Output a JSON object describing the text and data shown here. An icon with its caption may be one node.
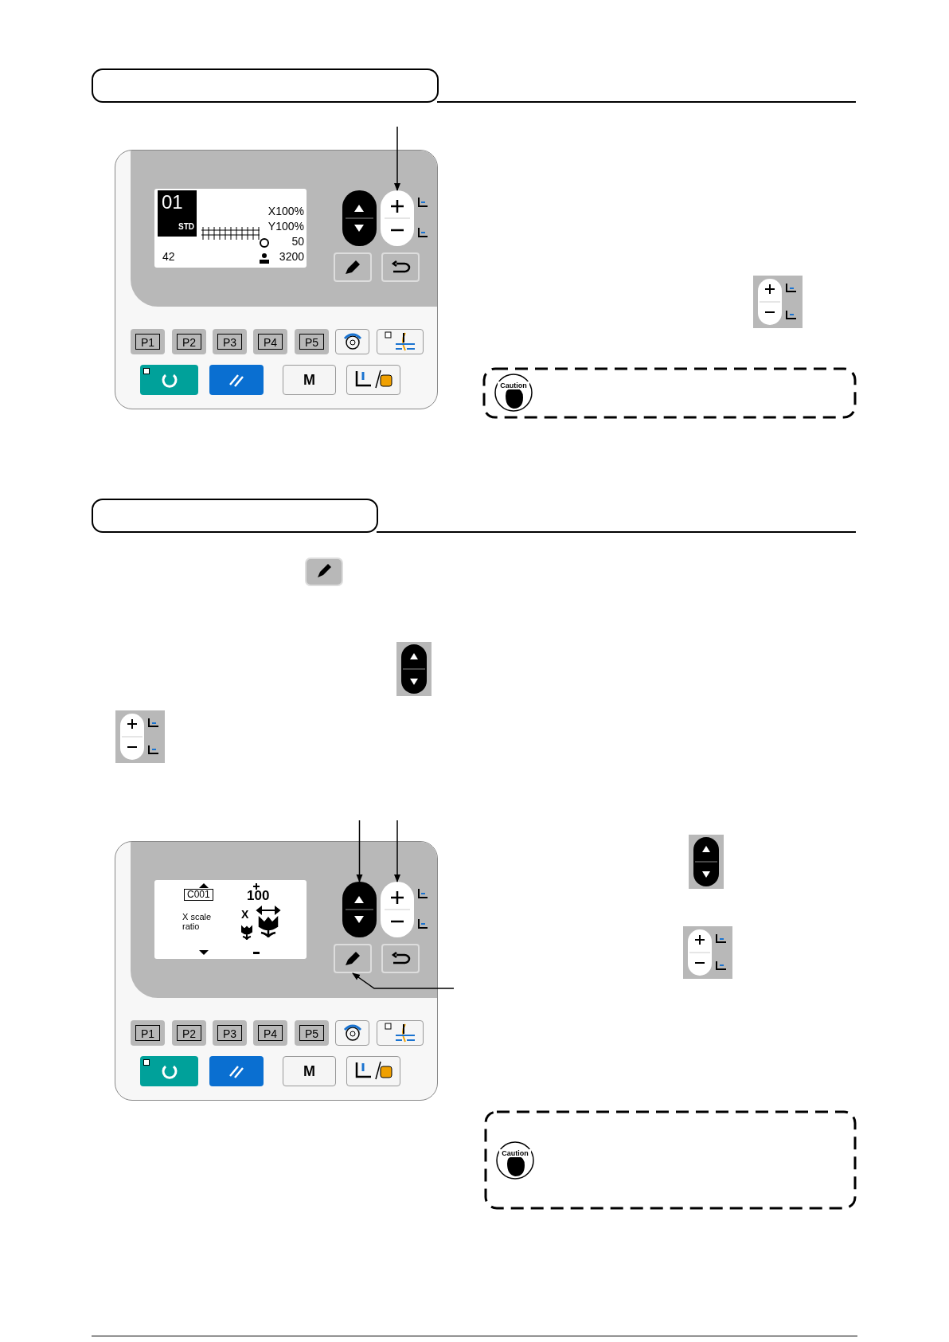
{
  "diagram": {
    "nodes": [
      {
        "text": [],
        "shape": "box"
      },
      {
        "text": [
          "01",
          "STD",
          "X100%",
          "Y100%",
          "50",
          "3200",
          "42"
        ],
        "in": 0
      },
      {
        "text": [],
        "shape": "box",
        "in": 0
      },
      {
        "text": [],
        "shape": "box",
        "in": 0
      },
      {
        "text": [],
        "shape": "box",
        "in": 0
      },
      {
        "text": [],
        "shape": "box",
        "in": 0
      },
      {
        "text": [
          "P1"
        ],
        "in": 0
      },
      {
        "text": [
          "P2"
        ],
        "in": 0
      },
      {
        "text": [
          "P3"
        ],
        "in": 0
      },
      {
        "text": [
          "P4"
        ],
        "in": 0
      },
      {
        "text": [
          "P5"
        ],
        "in": 0
      },
      {
        "text": [],
        "shape": "box",
        "in": 0
      },
      {
        "text": [],
        "shape": "box",
        "in": 0
      },
      {
        "text": [],
        "shape": "box",
        "in": 0
      },
      {
        "text": [],
        "shape": "box",
        "in": 0
      },
      {
        "text": [
          "M"
        ],
        "in": 0
      },
      {
        "text": [],
        "shape": "box",
        "in": 0
      },
      {
        "text": [],
        "shape": "box"
      },
      {
        "text": [
          "C001",
          "100",
          "X scale ratio",
          "X"
        ],
        "in": 17
      },
      {
        "text": [],
        "shape": "box",
        "in": 17
      },
      {
        "text": [],
        "shape": "box",
        "in": 17
      },
      {
        "text": [],
        "shape": "box",
        "in": 17
      },
      {
        "text": [],
        "shape": "box",
        "in": 17
      },
      {
        "text": [
          "P1"
        ],
        "in": 17
      },
      {
        "text": [
          "P2"
        ],
        "in": 17
      },
      {
        "text": [
          "P3"
        ],
        "in": 17
      },
      {
        "text": [
          "P4"
        ],
        "in": 17
      },
      {
        "text": [
          "P5"
        ],
        "in": 17
      },
      {
        "text": [],
        "shape": "box",
        "in": 17
      },
      {
        "text": [],
        "shape": "box",
        "in": 17
      },
      {
        "text": [],
        "shape": "box",
        "in": 17
      },
      {
        "text": [],
        "shape": "box",
        "in": 17
      },
      {
        "text": [
          "M"
        ],
        "in": 17
      },
      {
        "text": [],
        "shape": "box",
        "in": 17
      }
    ],
    "edges": [
      {
        "from": null,
        "to": 3,
        "arrow": "to"
      },
      {
        "from": null,
        "to": 19,
        "arrow": "to"
      },
      {
        "from": null,
        "to": 20,
        "arrow": "to"
      },
      {
        "from": null,
        "to": 21,
        "arrow": "to"
      }
    ],
    "labels": [
      "Caution",
      "Caution"
    ]
  }
}
